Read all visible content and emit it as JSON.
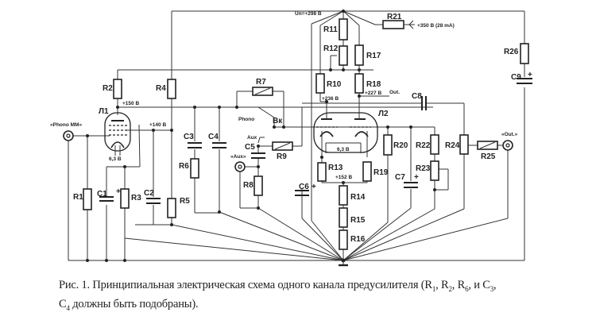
{
  "labels": {
    "R1": "R1",
    "R2": "R2",
    "R3": "R3",
    "R4": "R4",
    "R5": "R5",
    "R6": "R6",
    "R7": "R7",
    "R8": "R8",
    "R9": "R9",
    "R10": "R10",
    "R11": "R11",
    "R12": "R12",
    "R13": "R13",
    "R14": "R14",
    "R15": "R15",
    "R16": "R16",
    "R17": "R17",
    "R18": "R18",
    "R19": "R19",
    "R20": "R20",
    "R21": "R21",
    "R22": "R22",
    "R23": "R23",
    "R24": "R24",
    "R25": "R25",
    "R26": "R26",
    "C1": "C1",
    "C2": "C2",
    "C3": "C3",
    "C4": "C4",
    "C5": "C5",
    "C6": "C6",
    "C7": "C7",
    "C8": "C8",
    "C9": "C9",
    "L1": "Л1",
    "L2": "Л2",
    "switch": "Вк",
    "switch_phono": "Phono",
    "switch_aux": "Aux"
  },
  "voltages": {
    "supply": "Uп=+298 В",
    "input_supply": "+350 В (28 mA)",
    "l1_anode": "+150 В",
    "l1_screen": "+140 В",
    "l1_heater": "6,3 В",
    "l2_heater": "6,3 В",
    "l2_anode_left": "+236 В",
    "l2_anode_right": "+227 В",
    "l2_cathode": "+152 В",
    "out_tap": "Out."
  },
  "connectors": {
    "phono": "«Phono MM»",
    "aux": "«Aux»",
    "out": "«Out.»"
  },
  "caption": {
    "prefix": "Рис. 1. Принципиальная электрическая схема одного канала предусилителя (R",
    "s1": "1",
    "t1": ", R",
    "s2": "2",
    "t2": ", R",
    "s6": "6",
    "t3": ", и C",
    "s3": "3",
    "t4": ",",
    "line2a": "C",
    "s4": "4",
    "line2b": " должны быть подобраны)."
  }
}
